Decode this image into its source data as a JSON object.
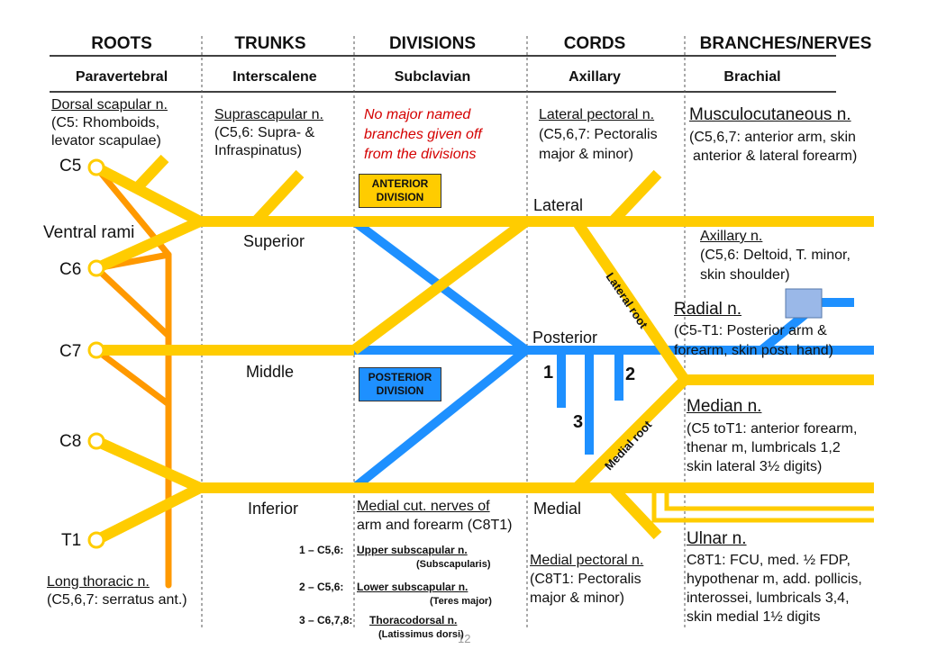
{
  "headers": {
    "roots": "ROOTS",
    "trunks": "TRUNKS",
    "divisions": "DIVISIONS",
    "cords": "CORDS",
    "branches": "BRANCHES/NERVES"
  },
  "subheaders": {
    "roots": "Paravertebral",
    "trunks": "Interscalene",
    "divisions": "Subclavian",
    "cords": "Axillary",
    "branches": "Brachial"
  },
  "roots": {
    "dorsal_scapular_name": "Dorsal scapular n.",
    "dorsal_scapular_desc1": "(C5: Rhomboids,",
    "dorsal_scapular_desc2": "levator scapulae)",
    "ventral_rami": "Ventral rami",
    "c5": "C5",
    "c6": "C6",
    "c7": "C7",
    "c8": "C8",
    "t1": "T1",
    "long_thoracic_name": "Long thoracic n.",
    "long_thoracic_desc": "(C5,6,7: serratus ant.)"
  },
  "trunks": {
    "suprascapular_name": "Suprascapular n.",
    "suprascapular_desc1": "(C5,6: Supra- &",
    "suprascapular_desc2": "Infraspinatus)",
    "superior": "Superior",
    "middle": "Middle",
    "inferior": "Inferior"
  },
  "divisions": {
    "note1": "No major named",
    "note2": "branches given off",
    "note3": "from the divisions",
    "anterior_line1": "ANTERIOR",
    "anterior_line2": "DIVISION",
    "posterior_line1": "POSTERIOR",
    "posterior_line2": "DIVISION",
    "medial_cut_line1": "Medial cut. nerves of",
    "medial_cut_line2": "arm and forearm (C8T1)",
    "upper_sub_prefix": "1 – C5,6:",
    "upper_sub_name": "Upper subscapular n.",
    "upper_sub_muscle": "(Subscapularis)",
    "lower_sub_prefix": "2 – C5,6:",
    "lower_sub_name": "Lower subscapular n.",
    "lower_sub_muscle": "(Teres major)",
    "thoraco_prefix": "3 – C6,7,8:",
    "thoraco_name": "Thoracodorsal n.",
    "thoraco_muscle": "(Latissimus dorsi)",
    "page_number": "12"
  },
  "cords": {
    "lat_pectoral_name": "Lateral pectoral n.",
    "lat_pectoral_desc1": "(C5,6,7: Pectoralis",
    "lat_pectoral_desc2": "major & minor)",
    "lateral": "Lateral",
    "posterior": "Posterior",
    "medial": "Medial",
    "num1": "1",
    "num2": "2",
    "num3": "3",
    "lateral_root": "Lateral root",
    "medial_root": "Medial root",
    "med_pectoral_name": "Medial pectoral n.",
    "med_pectoral_desc1": "(C8T1: Pectoralis",
    "med_pectoral_desc2": "major & minor)"
  },
  "branches": {
    "musculo_name": "Musculocutaneous n.",
    "musculo_desc1": "(C5,6,7: anterior arm, skin",
    "musculo_desc2": "anterior & lateral forearm)",
    "axillary_name": "Axillary n.",
    "axillary_desc1": "(C5,6: Deltoid, T. minor,",
    "axillary_desc2": "skin shoulder)",
    "radial_name": "Radial n.",
    "radial_desc1": "(C5-T1: Posterior arm &",
    "radial_desc2": "forearm, skin post. hand)",
    "median_name": "Median n.",
    "median_desc1": "(C5 toT1: anterior forearm,",
    "median_desc2": "thenar m, lumbricals 1,2",
    "median_desc3": "skin lateral 3½ digits)",
    "ulnar_name": "Ulnar n.",
    "ulnar_desc1": "C8T1: FCU, med. ½ FDP,",
    "ulnar_desc2": "hypothenar m, add. pollicis,",
    "ulnar_desc3": "interossei, lumbricals 3,4,",
    "ulnar_desc4": "skin medial 1½ digits"
  },
  "colors": {
    "anterior_yellow": "#FFCC00",
    "posterior_blue": "#1E90FF",
    "root_orange": "#FF9900",
    "note_red": "#D40000"
  }
}
